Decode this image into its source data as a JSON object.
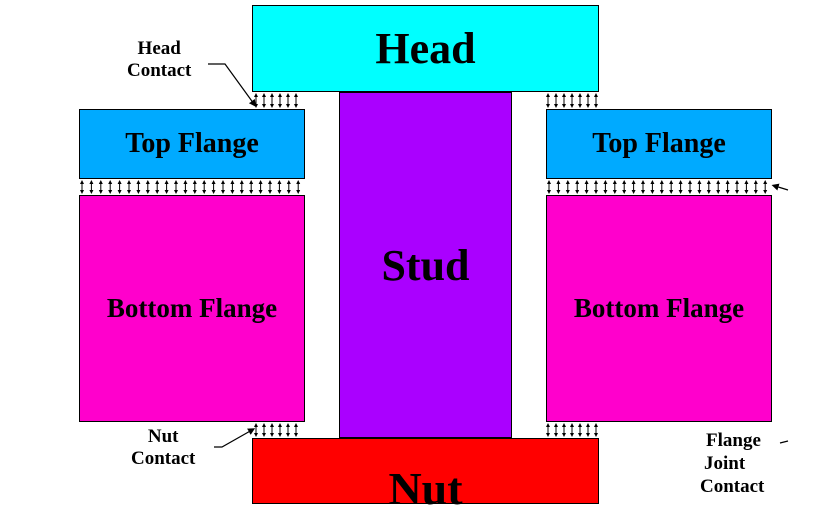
{
  "colors": {
    "head": "#00ffff",
    "flange_top": "#00aaff",
    "flange_bottom": "#ff00cc",
    "stud": "#aa00ff",
    "nut": "#ff0000",
    "outline": "#000000"
  },
  "parts": {
    "head": "Head",
    "stud": "Stud",
    "nut": "Nut",
    "top_flange_left": "Top Flange",
    "top_flange_right": "Top Flange",
    "bottom_flange_left": "Bottom Flange",
    "bottom_flange_right": "Bottom Flange"
  },
  "annotations": {
    "head_contact": [
      "Head",
      "Contact"
    ],
    "nut_contact": [
      "Nut",
      "Contact"
    ],
    "flange_joint_contact": [
      "Flange",
      "Joint",
      "Contact"
    ]
  }
}
